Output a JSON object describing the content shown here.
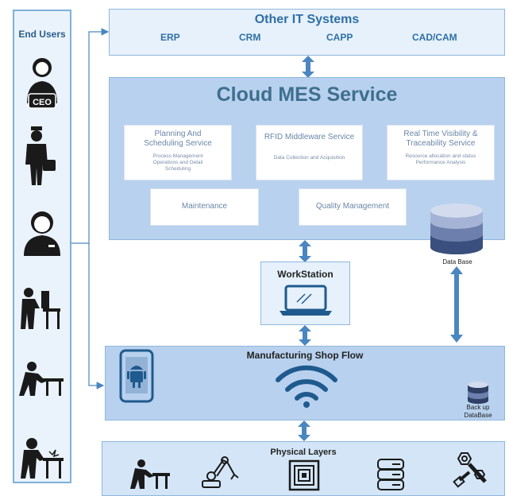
{
  "end_users": {
    "title": "End Users",
    "users": [
      {
        "icon": "ceo-icon",
        "badge": "CEO"
      },
      {
        "icon": "engineer-briefcase-icon"
      },
      {
        "icon": "office-worker-icon"
      },
      {
        "icon": "machine-operator-icon"
      },
      {
        "icon": "woodworker-icon"
      },
      {
        "icon": "welder-icon"
      }
    ]
  },
  "other_it": {
    "title": "Other IT Systems",
    "systems": [
      "ERP",
      "CRM",
      "CAPP",
      "CAD/CAM"
    ]
  },
  "cloud_mes": {
    "title": "Cloud MES Service",
    "services": [
      {
        "title": "Planning And Scheduling Service",
        "detail": "Process Management Operations and Detail Scheduling"
      },
      {
        "title": "RFID Middleware Service",
        "detail": "Data Collection and Acquisition"
      },
      {
        "title": "Real Time Visibility & Traceability Service",
        "detail": "Resource allocation and status Performance Analysis"
      },
      {
        "title": "Maintenance"
      },
      {
        "title": "Quality Management"
      }
    ]
  },
  "database": {
    "label": "Data Base"
  },
  "workstation": {
    "title": "WorkStation"
  },
  "shop_flow": {
    "title": "Manufacturing Shop Flow",
    "backup_db": "Back up DataBase"
  },
  "physical": {
    "title": "Physical Layers",
    "icons": [
      "sawing-worker-icon",
      "robot-arm-icon",
      "rfid-tag-icon",
      "server-rack-icon",
      "nut-bolt-icon"
    ]
  },
  "colors": {
    "accent": "#2f6fa6",
    "arrow": "#4a86c0",
    "panel": "#b8d1ee"
  }
}
